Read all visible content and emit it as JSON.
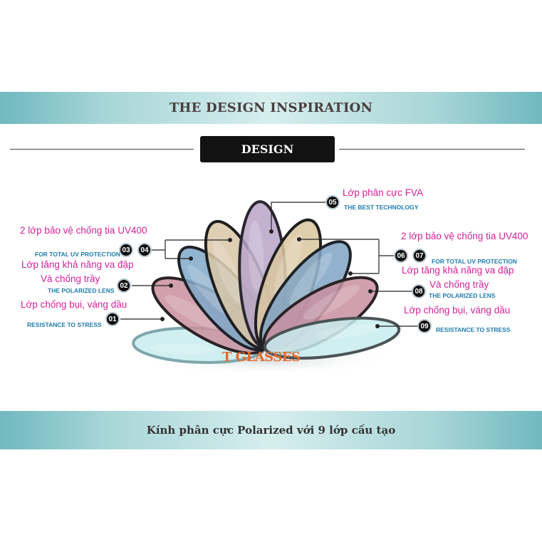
{
  "header": {
    "title": "THE DESIGN INSPIRATION"
  },
  "section": {
    "label": "DESIGN"
  },
  "brand": "T GLASSES",
  "footer": {
    "caption": "Kính phân cực Polarized với 9 lớp cấu tạo"
  },
  "colors": {
    "band": "#a9d6d8",
    "label": "#d6219a",
    "sublabel": "#1f7dae",
    "brand": "#e8682a",
    "badge": "#0f0f0f"
  },
  "layers": {
    "l01": {
      "num": "01",
      "vi": "Lớp chống bụi, váng dầu",
      "en": "RESISTANCE TO STRESS"
    },
    "l02": {
      "num": "02",
      "vi1": "Lớp tăng khả năng va đập",
      "vi2": "Và chống trầy",
      "en": "THE POLARIZED LENS"
    },
    "l03": {
      "num": "03"
    },
    "l04": {
      "num": "04",
      "vi": "2 lớp bảo vệ chống tia UV400",
      "en": "FOR TOTAL UV PROTECTION"
    },
    "l05": {
      "num": "05",
      "vi": "Lớp phân cực FVA",
      "en": "THE BEST TECHNOLOGY"
    },
    "l06": {
      "num": "06"
    },
    "l07": {
      "num": "07",
      "vi": "2 lớp bảo vệ chống tia UV400",
      "en": "FOR TOTAL UV PROTECTION"
    },
    "l08": {
      "num": "08",
      "vi1": "Lớp tăng khả năng va đập",
      "vi2": "Và chống trầy",
      "en": "THE POLARIZED LENS"
    },
    "l09": {
      "num": "09",
      "vi": "Lớp chống bụi, váng dầu",
      "en": "RESISTANCE TO STRESS"
    }
  }
}
